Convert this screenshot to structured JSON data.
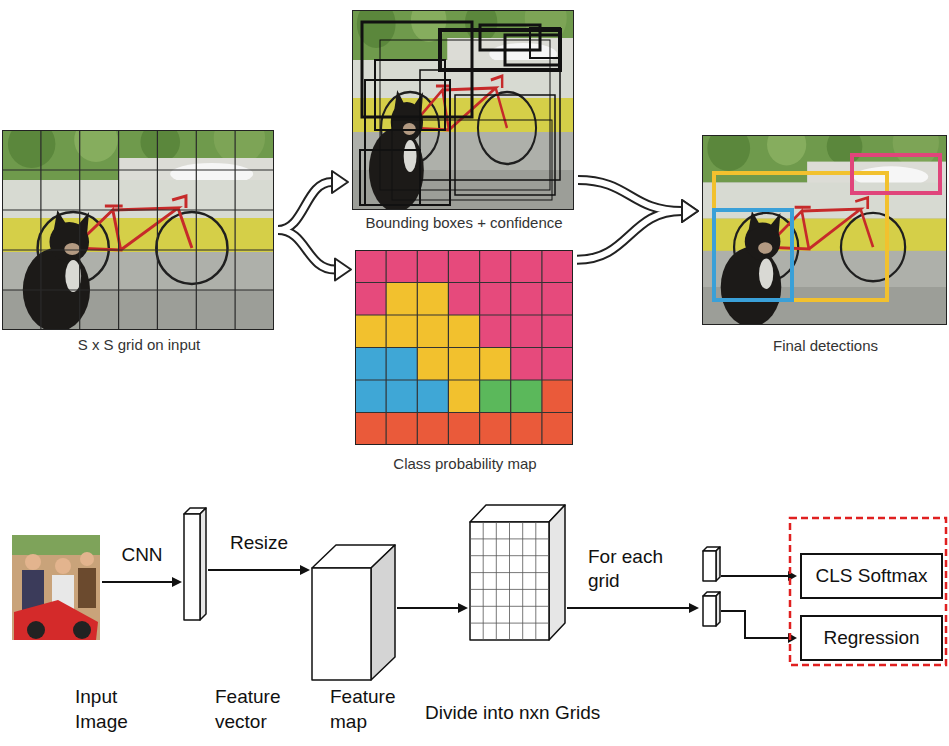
{
  "diagram": {
    "nodes": [
      {
        "text": [
          "S x S grid on input"
        ]
      },
      {
        "text": [
          "Bounding boxes + confidence"
        ]
      },
      {
        "text": [
          "Class probability map"
        ]
      },
      {
        "text": [
          "Final detections"
        ]
      },
      {
        "text": [
          "Input Image"
        ]
      },
      {
        "text": [
          "Feature vector"
        ]
      },
      {
        "text": [
          "Feature map"
        ]
      },
      {
        "text": [
          "Divide into nxn Grids"
        ]
      },
      {
        "text": [
          "CLS Softmax"
        ]
      },
      {
        "text": [
          "Regression"
        ]
      }
    ],
    "edges": [
      {
        "from": 0,
        "to": 1,
        "arrow": "to"
      },
      {
        "from": 0,
        "to": 2,
        "arrow": "to"
      },
      {
        "from": 1,
        "to": 3,
        "arrow": "to"
      },
      {
        "from": 2,
        "to": 3,
        "arrow": "to"
      },
      {
        "from": 4,
        "to": 5,
        "label": "CNN",
        "arrow": "to"
      },
      {
        "from": 5,
        "to": 6,
        "label": "Resize",
        "arrow": "to"
      },
      {
        "from": 6,
        "to": 7,
        "arrow": "to"
      }
    ],
    "labels": [
      "For each grid"
    ]
  }
}
